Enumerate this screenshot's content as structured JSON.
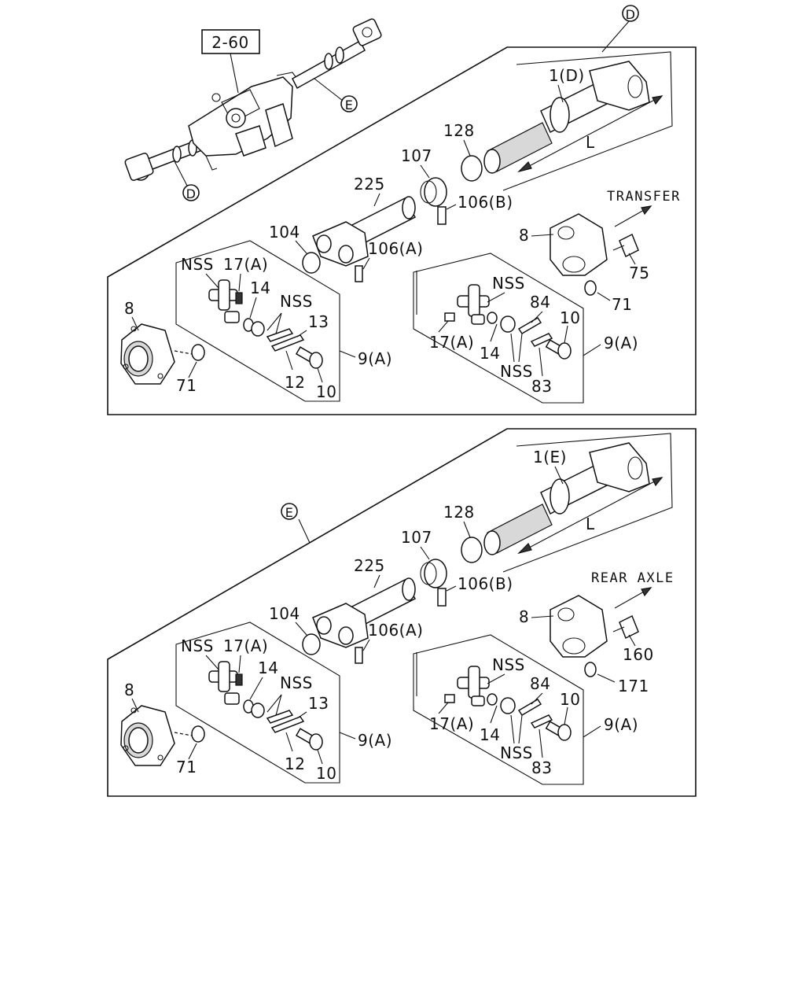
{
  "reference_box": "2-60",
  "overview_callouts": {
    "front": "D",
    "rear": "E"
  },
  "panel_d": {
    "callout": "D",
    "shaft_label": "1(D)",
    "length_label": "L",
    "direction_label": "TRANSFER",
    "parts": {
      "sleeve_128": "128",
      "boot_107": "107",
      "tube_225": "225",
      "fitting_106b": "106(B)",
      "fitting_106a": "106(A)",
      "plug_104": "104",
      "yoke_8": "8",
      "bolt_75": "75",
      "nut_71": "71"
    },
    "left_kit": {
      "nss_a": "NSS",
      "fitting_17a": "17(A)",
      "bearing_14": "14",
      "nss_b": "NSS",
      "plate_13": "13",
      "plate_12": "12",
      "bolt_10": "10",
      "kit_label": "9(A)",
      "flange_8": "8",
      "nut_71": "71"
    },
    "right_kit": {
      "nss_a": "NSS",
      "plate_84": "84",
      "bolt_10": "10",
      "kit_label": "9(A)",
      "fitting_17a": "17(A)",
      "bearing_14": "14",
      "nss_b": "NSS",
      "plate_83": "83"
    }
  },
  "panel_e": {
    "callout": "E",
    "shaft_label": "1(E)",
    "length_label": "L",
    "direction_label": "REAR AXLE",
    "parts": {
      "sleeve_128": "128",
      "boot_107": "107",
      "tube_225": "225",
      "fitting_106b": "106(B)",
      "fitting_106a": "106(A)",
      "plug_104": "104",
      "yoke_8": "8",
      "bolt_160": "160",
      "nut_171": "171"
    },
    "left_kit": {
      "nss_a": "NSS",
      "fitting_17a": "17(A)",
      "bearing_14": "14",
      "nss_b": "NSS",
      "plate_13": "13",
      "plate_12": "12",
      "bolt_10": "10",
      "kit_label": "9(A)",
      "flange_8": "8",
      "nut_71": "71"
    },
    "right_kit": {
      "nss_a": "NSS",
      "plate_84": "84",
      "bolt_10": "10",
      "kit_label": "9(A)",
      "fitting_17a": "17(A)",
      "bearing_14": "14",
      "nss_b": "NSS",
      "plate_83": "83"
    }
  }
}
